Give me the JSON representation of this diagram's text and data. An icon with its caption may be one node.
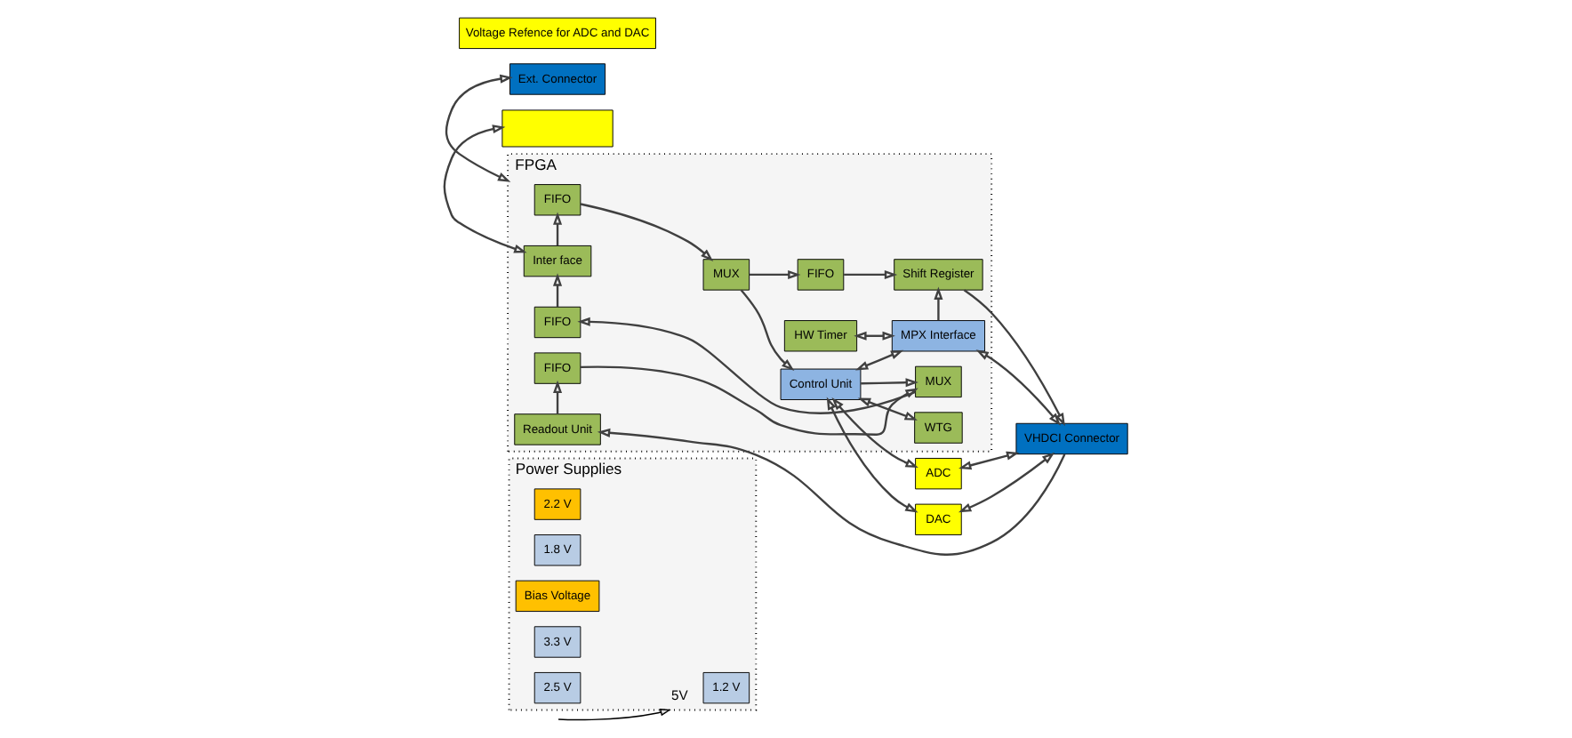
{
  "diagram": {
    "nodes": [
      {
        "text": [
          "Power Supplies"
        ]
      },
      {
        "text": [
          "1.2 V"
        ],
        "in": 0
      },
      {
        "text": [
          "2.2 V"
        ],
        "in": 0
      },
      {
        "text": [
          "1.8 V"
        ],
        "in": 0
      },
      {
        "text": [
          "Bias Voltage"
        ],
        "in": 0
      },
      {
        "text": [
          "3.3 V"
        ],
        "in": 0
      },
      {
        "text": [
          "2.5 V"
        ],
        "in": 0
      },
      {
        "text": [
          "FPGA"
        ]
      },
      {
        "text": [
          "FIFO"
        ],
        "in": 7
      },
      {
        "text": [
          "MUX"
        ],
        "in": 7
      },
      {
        "text": [
          "FIFO"
        ],
        "in": 7
      },
      {
        "text": [
          "Shift Register"
        ],
        "in": 7
      },
      {
        "text": [
          "Inter face"
        ],
        "in": 7
      },
      {
        "text": [
          "Control Unit"
        ],
        "in": 7
      },
      {
        "text": [
          "HW Timer"
        ],
        "in": 7
      },
      {
        "text": [
          "MPX Interface"
        ],
        "in": 7
      },
      {
        "text": [
          "WTG"
        ],
        "in": 7
      },
      {
        "text": [
          "FIFO"
        ],
        "in": 7
      },
      {
        "text": [
          "MUX"
        ],
        "in": 7
      },
      {
        "text": [
          "FIFO"
        ],
        "in": 7
      },
      {
        "text": [
          "Readout Unit"
        ],
        "in": 7
      },
      {
        "text": [],
        "shape": "box"
      },
      {
        "text": [
          "Ext. Connector"
        ]
      },
      {
        "text": [
          "Voltage Refence for ADC and DAC"
        ]
      },
      {
        "text": [
          "ADC"
        ]
      },
      {
        "text": [
          "DAC"
        ]
      },
      {
        "text": [
          "VHDCI Connector"
        ]
      }
    ],
    "edges": [
      {
        "from": null,
        "to": 0,
        "arrow": "to",
        "label": "5V"
      },
      {
        "from": 8,
        "to": 9,
        "arrow": "to"
      },
      {
        "from": 9,
        "to": 10,
        "arrow": "to"
      },
      {
        "from": 10,
        "to": 11,
        "arrow": "to"
      },
      {
        "from": 11,
        "to": 26,
        "arrow": "to"
      },
      {
        "from": 12,
        "to": 8,
        "arrow": "to"
      },
      {
        "from": 9,
        "to": 13,
        "arrow": "to"
      },
      {
        "from": 15,
        "to": 11,
        "arrow": "to"
      },
      {
        "from": 14,
        "to": 15,
        "arrow": "both"
      },
      {
        "from": 13,
        "to": 15,
        "arrow": "both"
      },
      {
        "from": 15,
        "to": 26,
        "arrow": "both"
      },
      {
        "from": 13,
        "to": 16,
        "arrow": "both"
      },
      {
        "from": 13,
        "to": 24,
        "arrow": "both"
      },
      {
        "from": 13,
        "to": 25,
        "arrow": "both"
      },
      {
        "from": 24,
        "to": 26,
        "arrow": "both"
      },
      {
        "from": 25,
        "to": 26,
        "arrow": "both"
      },
      {
        "from": 21,
        "to": 12,
        "arrow": "both"
      },
      {
        "from": 22,
        "to": 7,
        "arrow": "both"
      },
      {
        "from": 13,
        "to": 18,
        "arrow": "to"
      },
      {
        "from": 18,
        "to": 17,
        "arrow": "to"
      },
      {
        "from": 17,
        "to": 12,
        "arrow": "to"
      },
      {
        "from": 20,
        "to": 19,
        "arrow": "to"
      },
      {
        "from": 19,
        "to": 18,
        "arrow": "to"
      },
      {
        "from": 26,
        "to": 20,
        "arrow": "to"
      }
    ]
  }
}
